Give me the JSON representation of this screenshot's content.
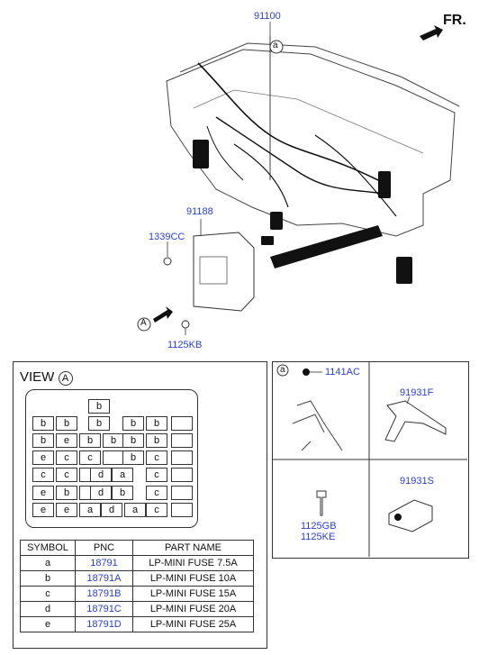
{
  "labels": {
    "harness_main": "91100",
    "callout_a": "a",
    "fr": "FR.",
    "junction_box": "91188",
    "bolt_1339cc": "1339CC",
    "view_arrow": "A",
    "bolt_1125kb": "1125KB",
    "part_1141ac": "1141AC",
    "part_91931f": "91931F",
    "part_1125gb": "1125GB",
    "part_1125ke": "1125KE",
    "part_91931s": "91931S"
  },
  "view": {
    "title": "VIEW",
    "circle": "A"
  },
  "fuse_cells": [
    {
      "text": "b"
    },
    {
      "text": "b"
    },
    {
      "text": "b"
    },
    {
      "text": "b"
    },
    {
      "text": "b"
    },
    {
      "text": "b"
    },
    {
      "text": ""
    },
    {
      "text": "b"
    },
    {
      "text": "e"
    },
    {
      "text": "b"
    },
    {
      "text": "b"
    },
    {
      "text": "b"
    },
    {
      "text": "b"
    },
    {
      "text": ""
    },
    {
      "text": "e"
    },
    {
      "text": "c"
    },
    {
      "text": "c"
    },
    {
      "text": ""
    },
    {
      "text": "b"
    },
    {
      "text": "c"
    },
    {
      "text": ""
    },
    {
      "text": "c"
    },
    {
      "text": "c"
    },
    {
      "text": ""
    },
    {
      "text": "d"
    },
    {
      "text": "a"
    },
    {
      "text": "c"
    },
    {
      "text": ""
    },
    {
      "text": "e"
    },
    {
      "text": "b"
    },
    {
      "text": ""
    },
    {
      "text": "d"
    },
    {
      "text": "b"
    },
    {
      "text": "c"
    },
    {
      "text": ""
    },
    {
      "text": "e"
    },
    {
      "text": "e"
    },
    {
      "text": "a"
    },
    {
      "text": "d"
    },
    {
      "text": "a"
    },
    {
      "text": "c"
    },
    {
      "text": ""
    }
  ],
  "legend": {
    "headers": [
      "SYMBOL",
      "PNC",
      "PART NAME"
    ],
    "rows": [
      {
        "symbol": "a",
        "pnc": "18791",
        "name": "LP-MINI FUSE 7.5A"
      },
      {
        "symbol": "b",
        "pnc": "18791A",
        "name": "LP-MINI FUSE 10A"
      },
      {
        "symbol": "c",
        "pnc": "18791B",
        "name": "LP-MINI FUSE 15A"
      },
      {
        "symbol": "d",
        "pnc": "18791C",
        "name": "LP-MINI FUSE 20A"
      },
      {
        "symbol": "e",
        "pnc": "18791D",
        "name": "LP-MINI FUSE 25A"
      }
    ]
  }
}
